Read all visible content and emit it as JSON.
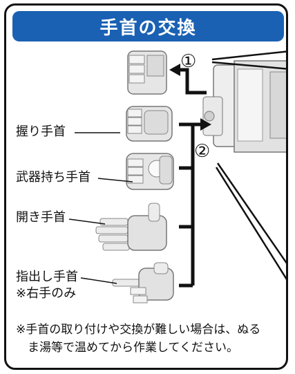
{
  "title": "手首の交換",
  "steps": {
    "one": "①",
    "two": "②"
  },
  "hands": [
    {
      "label": "握り手首"
    },
    {
      "label": "武器持ち手首"
    },
    {
      "label": "開き手首"
    },
    {
      "label": "指出し手首",
      "sublabel": "※右手のみ"
    }
  ],
  "icons": [
    "fist-hand-icon",
    "weapon-grip-hand-icon",
    "open-hand-icon",
    "pointing-hand-icon",
    "robot-arm-icon"
  ],
  "note": {
    "line1": "※手首の取り付けや交換が難しい場合は、ぬる",
    "line2": "ま湯等で温めてから作業してください。"
  },
  "colors": {
    "banner": "#1a61b3",
    "frame": "#111111",
    "part": "#e6e6e6"
  }
}
